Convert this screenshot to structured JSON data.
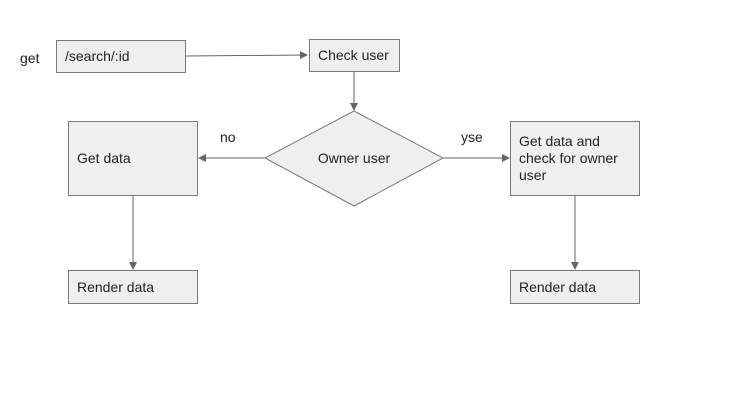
{
  "method_label": "get",
  "nodes": {
    "route": "/search/:id",
    "check_user": "Check user",
    "owner_user": "Owner user",
    "get_data_left": "Get data",
    "get_data_right": "Get data and check for owner user",
    "render_left": "Render data",
    "render_right": "Render data"
  },
  "edges": {
    "no_label": "no",
    "yes_label": "yse"
  },
  "colors": {
    "box_fill": "#efefef",
    "box_border": "#7a7a7a",
    "arrow": "#666666"
  }
}
